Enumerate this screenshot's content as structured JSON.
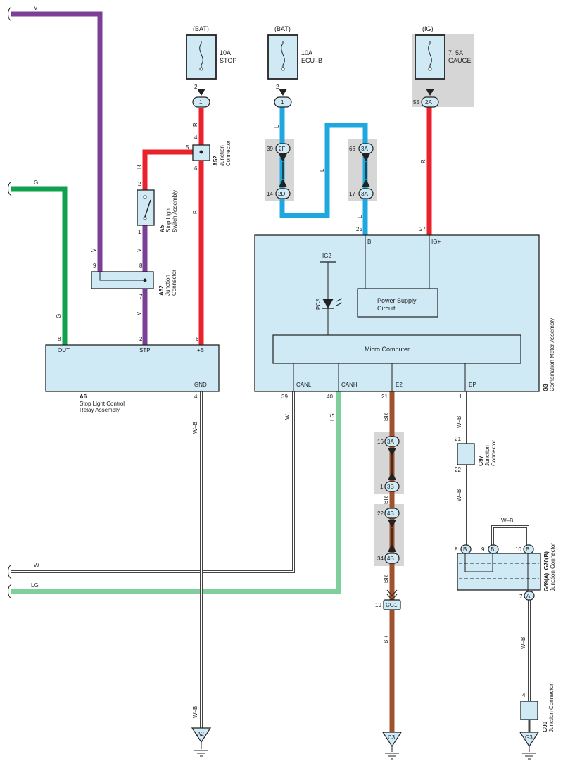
{
  "colors": {
    "V": "#7b3f98",
    "G": "#0fa14f",
    "R": "#e8212b",
    "L": "#1fa8e0",
    "LG": "#7fcf9c",
    "BR": "#a0522d",
    "W": "#ffffff",
    "W-B": "#ffffff",
    "box_fill": "#cfe9f5",
    "splice_gray": "#d6d6d6"
  },
  "fuses": [
    {
      "source": "(BAT)",
      "rating": "10A",
      "name": "STOP",
      "pin_a": "2",
      "connector": "1"
    },
    {
      "source": "(BAT)",
      "rating": "10A",
      "name": "ECU–B",
      "pin_a": "2",
      "connector": "1"
    },
    {
      "source": "(IG)",
      "rating": "7. 5A",
      "name": "GAUGE",
      "pin_a": "55",
      "connector": "2A"
    }
  ],
  "components": {
    "a6": {
      "id": "A6",
      "name_line1": "Stop Light Control",
      "name_line2": "Relay Assembly",
      "pins": {
        "out": "OUT",
        "stp": "STP",
        "b": "+B",
        "gnd": "GND"
      },
      "pin_numbers": {
        "out": "8",
        "stp": "2",
        "b": "6",
        "gnd": "4"
      }
    },
    "a5": {
      "id": "A5",
      "name_line1": "Stop Light",
      "name_line2": "Switch Assembly",
      "pin_top": "2",
      "pin_bottom": "1"
    },
    "a52_upper": {
      "id": "A52",
      "name_line1": "Junction",
      "name_line2": "Connector",
      "pins": [
        "4",
        "5",
        "6"
      ]
    },
    "a52_lower": {
      "id": "A52",
      "name_line1": "Junction",
      "name_line2": "Connector",
      "pins": [
        "9",
        "8",
        "7"
      ]
    },
    "g3": {
      "id": "G3",
      "name": "Combination Meter Assembly",
      "inner_power": "Power Supply",
      "inner_power2": "Circuit",
      "inner_micro": "Micro Computer",
      "ig2": "IG2",
      "pcs": "PCS",
      "pins": {
        "b": "B",
        "ig": "IG+",
        "canl": "CANL",
        "canh": "CANH",
        "e2": "E2",
        "ep": "EP"
      },
      "pin_numbers": {
        "b": "25",
        "ig": "27",
        "canl": "39",
        "canh": "40",
        "e2": "21",
        "ep": "1"
      }
    },
    "g97": {
      "id": "G97",
      "name_line1": "Junction",
      "name_line2": "Connector",
      "pin_top": "21",
      "pin_bottom": "22"
    },
    "g69": {
      "id": "G69(A), G70(B)",
      "name": "Junction Connector",
      "pins": [
        "8",
        "9",
        "10",
        "7"
      ],
      "labels": [
        "B",
        "B",
        "B",
        "A"
      ],
      "wire": "W–B"
    },
    "g90": {
      "id": "G90",
      "name": "Junction Connector",
      "pin": "4"
    }
  },
  "splices": {
    "s1": {
      "top_pin": "39",
      "top": "2F",
      "bot_pin": "14",
      "bot": "2D"
    },
    "s2": {
      "top_pin": "66",
      "top": "3A",
      "bot_pin": "17",
      "bot": "3A"
    },
    "s3": {
      "top_pin": "16",
      "top": "3A",
      "bot_pin": "1",
      "bot": "3B"
    },
    "s4": {
      "top_pin": "22",
      "top": "4B",
      "bot_pin": "34",
      "bot": "4B"
    },
    "cg1": {
      "pin": "19",
      "name": "CG1"
    }
  },
  "wire_labels": {
    "v": "V",
    "g": "G",
    "r": "R",
    "l": "L",
    "w": "W",
    "lg": "LG",
    "br": "BR",
    "wb": "W–B"
  },
  "grounds": [
    "A2",
    "C3",
    "G3"
  ]
}
